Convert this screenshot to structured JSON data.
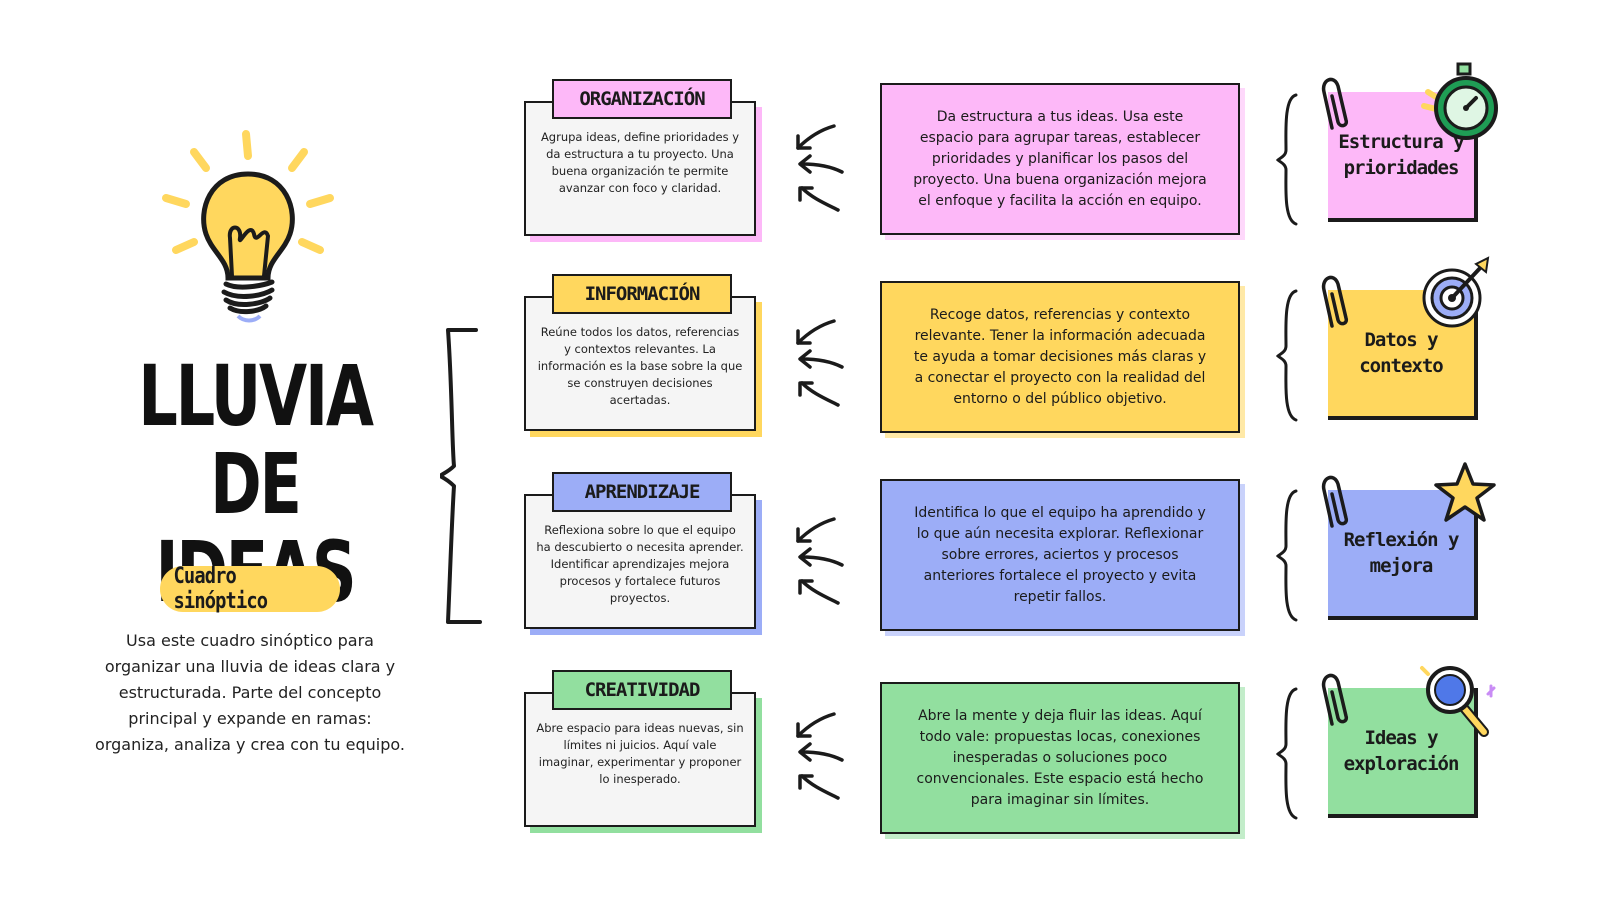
{
  "title": "LLUVIA DE IDEAS",
  "subtitle": "Cuadro sinóptico",
  "intro": "Usa este cuadro sinóptico para organizar una lluvia de ideas clara y estructurada. Parte del concepto principal y expande en ramas: organiza, analiza y crea con tu equipo.",
  "colors": {
    "pink": "#fdb8f8",
    "yellow": "#ffd75e",
    "blue": "#9cadf7",
    "green": "#92df9f",
    "ink": "#1b1b1b"
  },
  "branches": [
    {
      "label": "ORGANIZACIÓN",
      "color": "#fdb8f8",
      "description": "Agrupa ideas, define prioridades y da estructura a tu proyecto. Una buena organización te permite avanzar con foco y claridad.",
      "detail": "Da estructura a tus ideas. Usa este espacio para agrupar tareas, establecer prioridades y planificar los pasos del proyecto. Una buena organización mejora el enfoque y facilita la acción en equipo.",
      "note": "Estructura y prioridades",
      "icon": "stopwatch-icon"
    },
    {
      "label": "INFORMACIÓN",
      "color": "#ffd75e",
      "description": "Reúne todos los datos, referencias y contextos relevantes. La información es la base sobre la que se construyen decisiones acertadas.",
      "detail": "Recoge datos, referencias y contexto relevante. Tener la información adecuada te ayuda a tomar decisiones más claras y a conectar el proyecto con la realidad del entorno o del público objetivo.",
      "note": "Datos y contexto",
      "icon": "target-icon"
    },
    {
      "label": "APRENDIZAJE",
      "color": "#9cadf7",
      "description": "Reflexiona sobre lo que el equipo ha descubierto o necesita aprender. Identificar aprendizajes mejora procesos y fortalece futuros proyectos.",
      "detail": "Identifica lo que el equipo ha aprendido y lo que aún necesita explorar. Reflexionar sobre errores, aciertos y procesos anteriores fortalece el proyecto y evita repetir fallos.",
      "note": "Reflexión y mejora",
      "icon": "star-icon"
    },
    {
      "label": "CREATIVIDAD",
      "color": "#92df9f",
      "description": "Abre espacio para ideas nuevas, sin límites ni juicios. Aquí vale imaginar, experimentar y proponer lo inesperado.",
      "detail": "Abre la mente y deja fluir las ideas. Aquí todo vale: propuestas locas, conexiones inesperadas o soluciones poco convencionales. Este espacio está hecho para imaginar sin límites.",
      "note": "Ideas y exploración",
      "icon": "magnifier-icon"
    }
  ]
}
